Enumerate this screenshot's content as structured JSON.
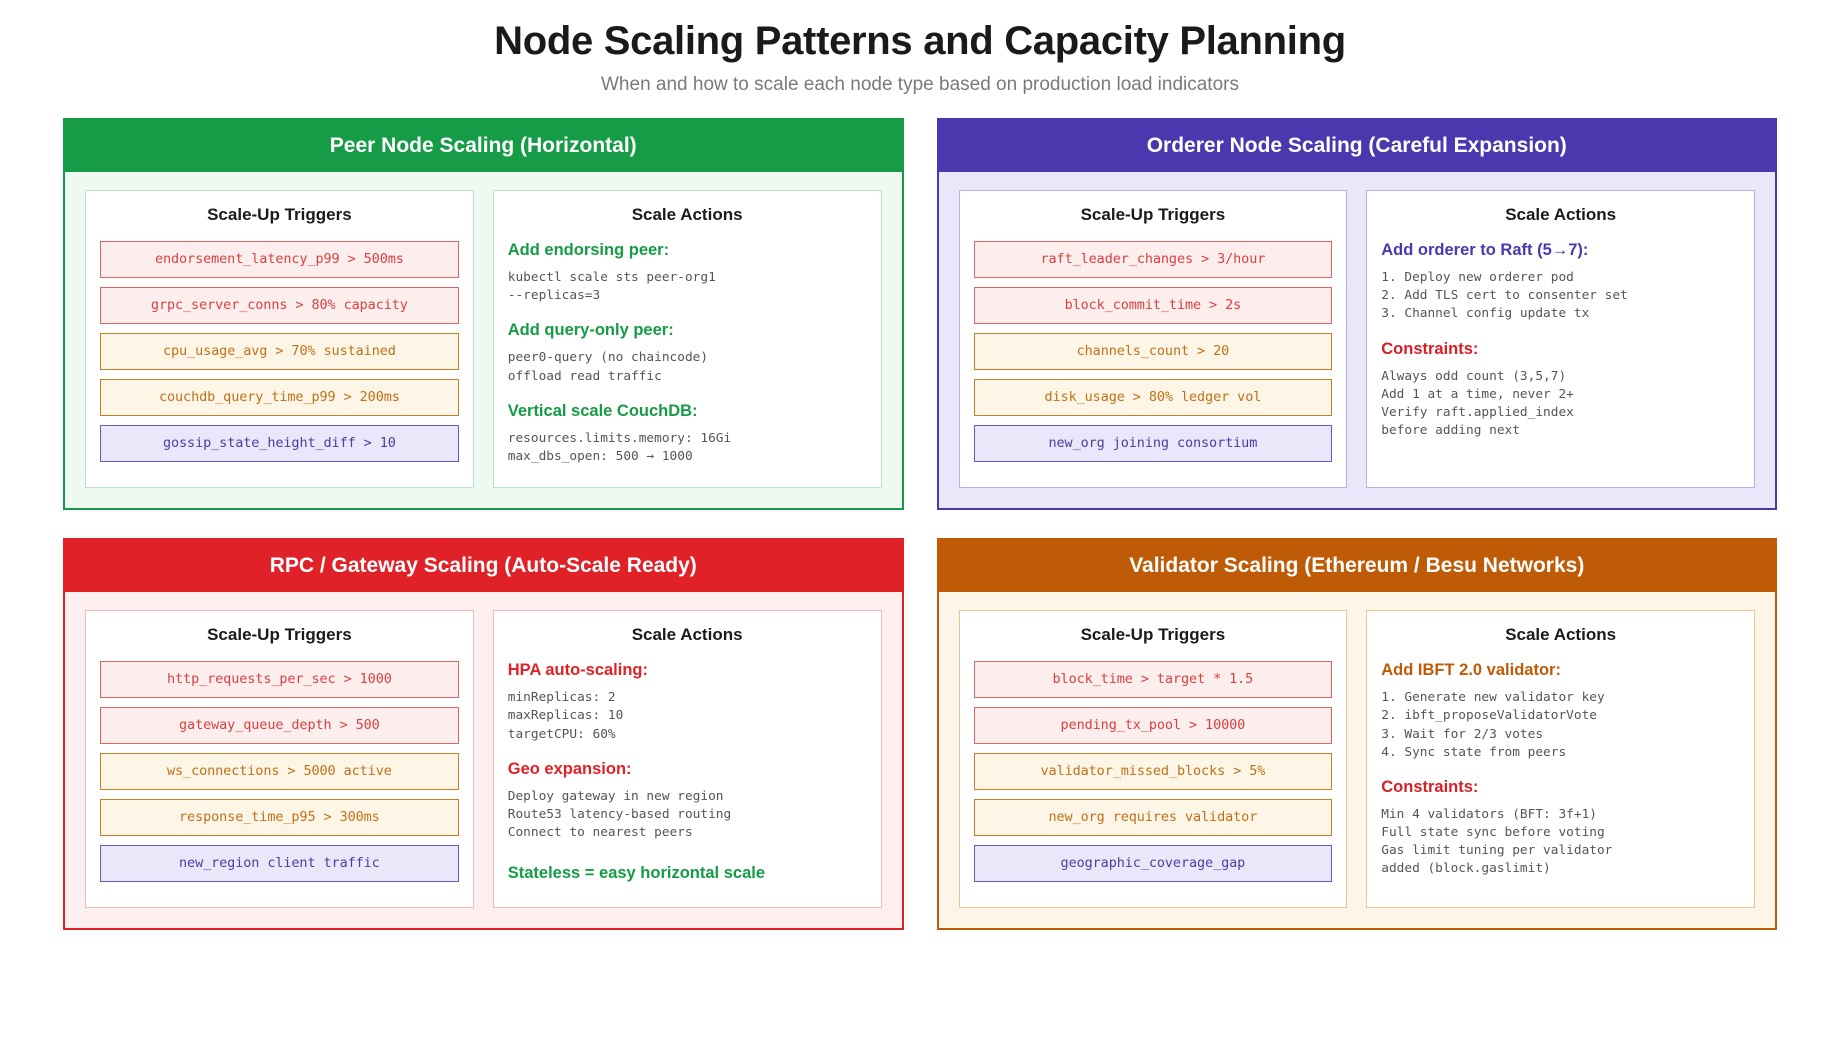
{
  "header": {
    "title": "Node Scaling Patterns and Capacity Planning",
    "subtitle": "When and how to scale each node type based on production load indicators"
  },
  "columns": {
    "triggers_title": "Scale-Up Triggers",
    "actions_title": "Scale Actions"
  },
  "panels": [
    {
      "id": "peer",
      "theme": "green",
      "accent": "#169b46",
      "header": "Peer Node Scaling (Horizontal)",
      "triggers": [
        {
          "text": "endorsement_latency_p99 > 500ms",
          "level": "crit"
        },
        {
          "text": "grpc_server_conns > 80% capacity",
          "level": "crit"
        },
        {
          "text": "cpu_usage_avg > 70% sustained",
          "level": "warn"
        },
        {
          "text": "couchdb_query_time_p99 > 200ms",
          "level": "warn"
        },
        {
          "text": "gossip_state_height_diff > 10",
          "level": "info"
        }
      ],
      "actions": [
        {
          "head": "Add endorsing peer:",
          "body": "kubectl scale sts peer-org1\n--replicas=3"
        },
        {
          "head": "Add query-only peer:",
          "body": "peer0-query (no chaincode)\noffload read traffic"
        },
        {
          "head": "Vertical scale CouchDB:",
          "body": "resources.limits.memory: 16Gi\nmax_dbs_open: 500 → 1000"
        }
      ],
      "footer": ""
    },
    {
      "id": "orderer",
      "theme": "purple",
      "accent": "#4a38ae",
      "header": "Orderer Node Scaling (Careful Expansion)",
      "triggers": [
        {
          "text": "raft_leader_changes > 3/hour",
          "level": "crit"
        },
        {
          "text": "block_commit_time > 2s",
          "level": "crit"
        },
        {
          "text": "channels_count > 20",
          "level": "warn"
        },
        {
          "text": "disk_usage > 80% ledger vol",
          "level": "warn"
        },
        {
          "text": "new_org joining consortium",
          "level": "info"
        }
      ],
      "actions": [
        {
          "head": "Add orderer to Raft (5→7):",
          "body": "1. Deploy new orderer pod\n2. Add TLS cert to consenter set\n3. Channel config update tx"
        },
        {
          "head": "Constraints:",
          "danger": true,
          "body": "Always odd count (3,5,7)\nAdd 1 at a time, never 2+\nVerify raft.applied_index\nbefore adding next"
        }
      ],
      "footer": ""
    },
    {
      "id": "rpc-gateway",
      "theme": "red",
      "accent": "#e02128",
      "header": "RPC / Gateway Scaling (Auto-Scale Ready)",
      "triggers": [
        {
          "text": "http_requests_per_sec > 1000",
          "level": "crit"
        },
        {
          "text": "gateway_queue_depth > 500",
          "level": "crit"
        },
        {
          "text": "ws_connections > 5000 active",
          "level": "warn"
        },
        {
          "text": "response_time_p95 > 300ms",
          "level": "warn"
        },
        {
          "text": "new_region client traffic",
          "level": "info"
        }
      ],
      "actions": [
        {
          "head": "HPA auto-scaling:",
          "body": "minReplicas: 2\nmaxReplicas: 10\ntargetCPU: 60%"
        },
        {
          "head": "Geo expansion:",
          "body": "Deploy gateway in new region\nRoute53 latency-based routing\nConnect to nearest peers"
        }
      ],
      "footer": "Stateless = easy horizontal scale"
    },
    {
      "id": "validator",
      "theme": "orange",
      "accent": "#bf5b06",
      "header": "Validator Scaling (Ethereum / Besu Networks)",
      "triggers": [
        {
          "text": "block_time > target * 1.5",
          "level": "crit"
        },
        {
          "text": "pending_tx_pool > 10000",
          "level": "crit"
        },
        {
          "text": "validator_missed_blocks > 5%",
          "level": "warn"
        },
        {
          "text": "new_org requires validator",
          "level": "warn"
        },
        {
          "text": "geographic_coverage_gap",
          "level": "info"
        }
      ],
      "actions": [
        {
          "head": "Add IBFT 2.0 validator:",
          "body": "1. Generate new validator key\n2. ibft_proposeValidatorVote\n3. Wait for 2/3 votes\n4. Sync state from peers"
        },
        {
          "head": "Constraints:",
          "danger": true,
          "body": "Min 4 validators (BFT: 3f+1)\nFull state sync before voting\nGas limit tuning per validator\nadded (block.gaslimit)"
        }
      ],
      "footer": ""
    }
  ]
}
